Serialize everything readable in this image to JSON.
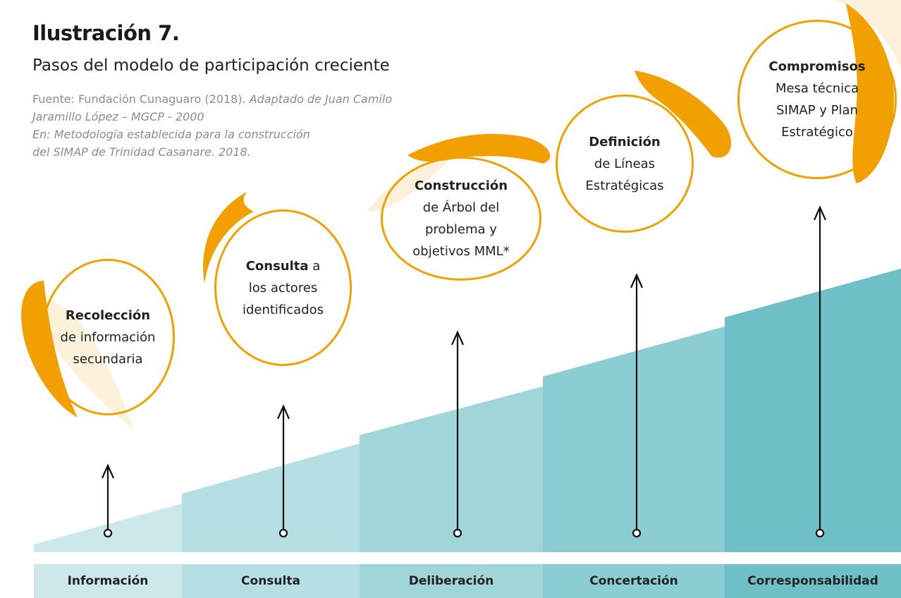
{
  "header": {
    "title": "Ilustración 7.",
    "subtitle": "Pasos del modelo de participación creciente",
    "source": {
      "line1": "Fuente: Fundación Cunaguaro (2018).",
      "line1_italic": "Adaptado de Juan Camilo",
      "line2": "Jaramillo López – MGCP - 2000",
      "line3": "En: Metodología establecida para la construcción",
      "line4": "del SIMAP de Trinidad Casanare. 2018."
    }
  },
  "colors": {
    "accent_orange": "#f2a000",
    "light_orange": "#fdf1dc",
    "stage_colors": [
      "#cde8ea",
      "#b5dfe2",
      "#a0d5d9",
      "#8bcdd2",
      "#6fc0c6"
    ]
  },
  "stages": [
    {
      "label": "Información"
    },
    {
      "label": "Consulta"
    },
    {
      "label": "Deliberación"
    },
    {
      "label": "Concertación"
    },
    {
      "label": "Corresponsabilidad"
    }
  ],
  "circles": [
    {
      "head": "Recolección",
      "lines": [
        "de información",
        "secundaria"
      ]
    },
    {
      "head": "Consulta",
      "head_suffix": " a",
      "lines": [
        "los actores",
        "identificados"
      ]
    },
    {
      "head": "Construcción",
      "lines": [
        "de Árbol del",
        "problema y",
        "objetivos MML*"
      ]
    },
    {
      "head": "Definición",
      "lines": [
        "de Líneas",
        "Estratégicas"
      ]
    },
    {
      "head": "Compromisos",
      "lines": [
        "Mesa técnica",
        "SIMAP y Plan",
        "Estratégico"
      ]
    }
  ],
  "icons": {
    "arrow": "arrow-up-icon",
    "node": "circle-node-icon",
    "leaf": "leaf-icon"
  }
}
